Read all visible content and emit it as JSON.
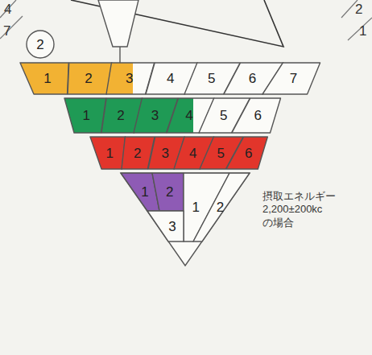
{
  "diagram": {
    "nodes": [
      {
        "text": [
          "2"
        ]
      },
      {
        "text": [
          "1"
        ]
      },
      {
        "text": [
          "2"
        ]
      },
      {
        "text": [
          "3"
        ]
      },
      {
        "text": [
          "4"
        ]
      },
      {
        "text": [
          "5"
        ]
      },
      {
        "text": [
          "6"
        ]
      },
      {
        "text": [
          "7"
        ]
      },
      {
        "text": [
          "1"
        ]
      },
      {
        "text": [
          "2"
        ]
      },
      {
        "text": [
          "3"
        ]
      },
      {
        "text": [
          "4"
        ]
      },
      {
        "text": [
          "5"
        ]
      },
      {
        "text": [
          "6"
        ]
      },
      {
        "text": [
          "1"
        ]
      },
      {
        "text": [
          "2"
        ]
      },
      {
        "text": [
          "3"
        ]
      },
      {
        "text": [
          "4"
        ]
      },
      {
        "text": [
          "5"
        ]
      },
      {
        "text": [
          "6"
        ]
      },
      {
        "text": [
          "1"
        ]
      },
      {
        "text": [
          "2"
        ]
      },
      {
        "text": [
          "1"
        ]
      },
      {
        "text": [
          "2"
        ]
      },
      {
        "text": [
          "3"
        ]
      }
    ],
    "labels": [
      "4",
      "7",
      "2",
      "1",
      "摂取エネルギー 2,200±200kc の場合"
    ]
  }
}
